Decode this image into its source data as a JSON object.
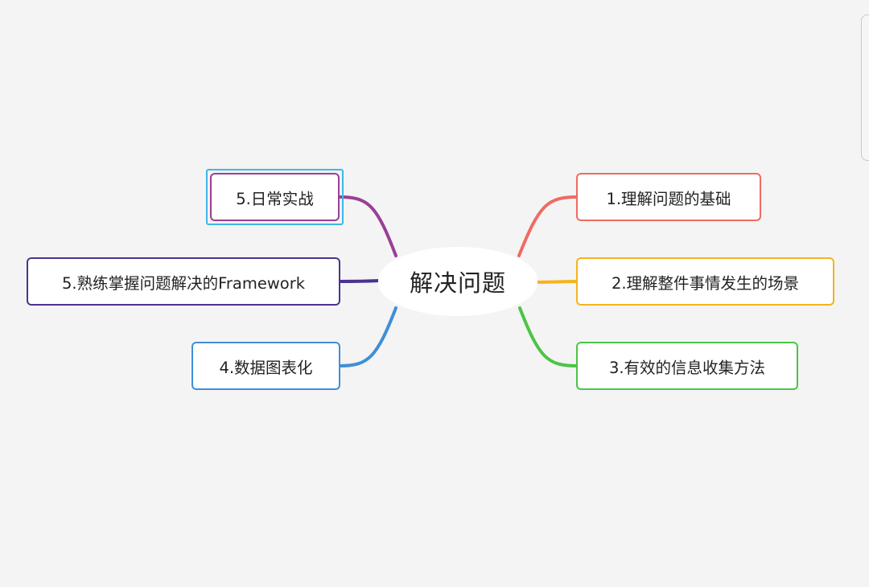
{
  "mindmap": {
    "center": {
      "label": "解决问题"
    },
    "topics": [
      {
        "id": "t1",
        "label": "1.理解问题的基础",
        "color": "#ef6b63"
      },
      {
        "id": "t2",
        "label": "2.理解整件事情发生的场景",
        "color": "#f5b31c"
      },
      {
        "id": "t3",
        "label": "3.有效的信息收集方法",
        "color": "#4cc446"
      },
      {
        "id": "t4",
        "label": "4.数据图表化",
        "color": "#3f8fd6"
      },
      {
        "id": "t5",
        "label": "5.熟练掌握问题解决的Framework",
        "color": "#4b3391"
      },
      {
        "id": "t6",
        "label": "5.日常实战",
        "color": "#9a3f96"
      }
    ],
    "selection_color": "#3db7e8"
  }
}
